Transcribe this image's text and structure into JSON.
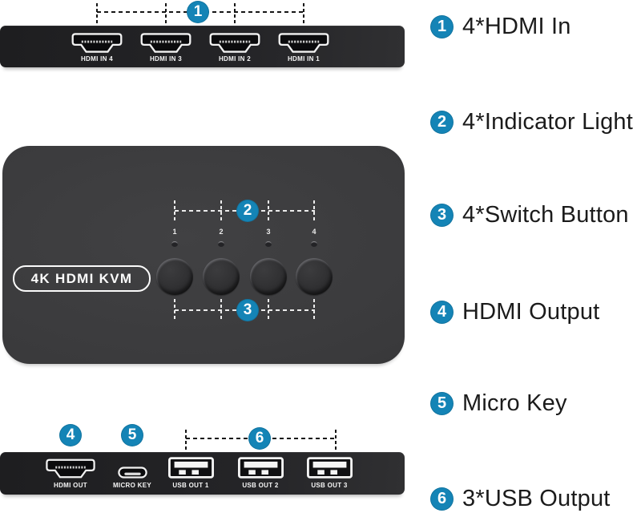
{
  "colors": {
    "accent": "#1484b6",
    "panel_dark": "#242427",
    "device_body": "#3a3a3c",
    "port_label_text": "#f7f7f7",
    "legend_text": "#1b1b1b"
  },
  "rear_panel": {
    "callout_number": "1",
    "ports": [
      {
        "label": "HDMI IN 4"
      },
      {
        "label": "HDMI IN 3"
      },
      {
        "label": "HDMI IN 2"
      },
      {
        "label": "HDMI IN 1"
      }
    ]
  },
  "device_top": {
    "logo_text": "4K HDMI KVM",
    "indicators_callout_number": "2",
    "buttons_callout_number": "3",
    "indicators": [
      {
        "number": "1"
      },
      {
        "number": "2"
      },
      {
        "number": "3"
      },
      {
        "number": "4"
      }
    ]
  },
  "front_panel": {
    "hdmi_callout_number": "4",
    "micro_callout_number": "5",
    "usb_callout_number": "6",
    "hdmi_port_label": "HDMI OUT",
    "micro_port_label": "MICRO KEY",
    "usb_ports": [
      {
        "label": "USB OUT 1"
      },
      {
        "label": "USB OUT 2"
      },
      {
        "label": "USB OUT 3"
      }
    ]
  },
  "legend": {
    "items": [
      {
        "number": "1",
        "label": "4*HDMI In"
      },
      {
        "number": "2",
        "label": "4*Indicator Light"
      },
      {
        "number": "3",
        "label": "4*Switch Button"
      },
      {
        "number": "4",
        "label": "HDMI Output"
      },
      {
        "number": "5",
        "label": "Micro Key"
      },
      {
        "number": "6",
        "label": "3*USB Output"
      }
    ]
  }
}
